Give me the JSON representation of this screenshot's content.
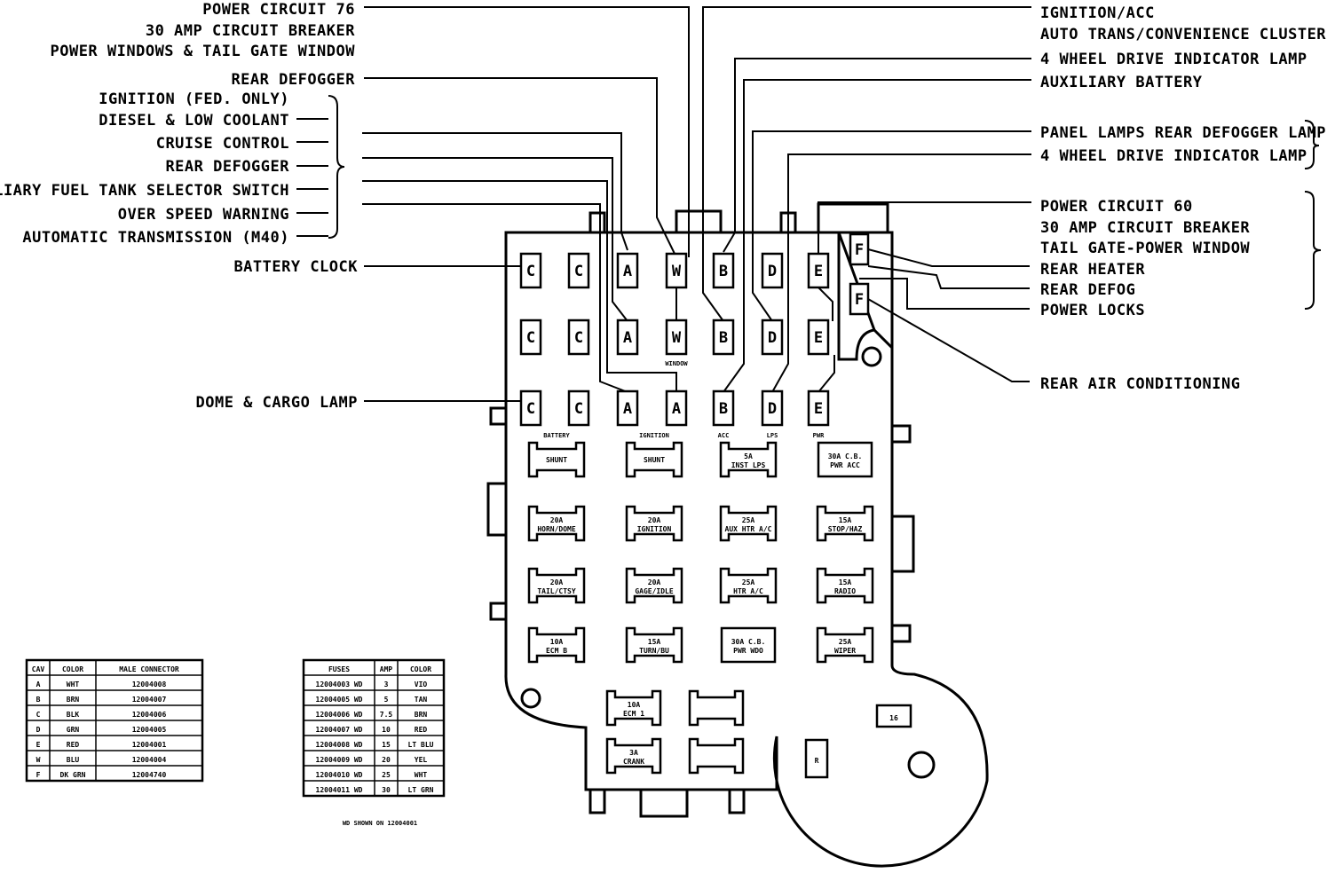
{
  "left_labels": {
    "power_circuit_76": [
      "POWER CIRCUIT 76",
      "30 AMP CIRCUIT BREAKER",
      "POWER WINDOWS & TAIL GATE WINDOW"
    ],
    "rear_defogger": "REAR DEFOGGER",
    "group": [
      "IGNITION (FED. ONLY)",
      "DIESEL & LOW COOLANT",
      "CRUISE CONTROL",
      "REAR DEFOGGER",
      "AUXILIARY FUEL TANK SELECTOR SWITCH",
      "OVER SPEED WARNING",
      "AUTOMATIC TRANSMISSION (M40)"
    ],
    "battery_clock": "BATTERY CLOCK",
    "dome_cargo": "DOME & CARGO LAMP"
  },
  "right_labels": {
    "ignition_acc": [
      "IGNITION/ACC",
      "AUTO TRANS/CONVENIENCE CLUSTER"
    ],
    "four_wd_1": "4 WHEEL DRIVE INDICATOR LAMP",
    "aux_battery": "AUXILIARY BATTERY",
    "panel_group": [
      "PANEL LAMPS REAR DEFOGGER LAMP",
      "4 WHEEL DRIVE INDICATOR LAMP"
    ],
    "power_circuit_60": [
      "POWER CIRCUIT 60",
      "30 AMP CIRCUIT BREAKER",
      "TAIL GATE-POWER WINDOW"
    ],
    "rear_heater": "REAR HEATER",
    "rear_defog": "REAR DEFOG",
    "power_locks": "POWER LOCKS",
    "rear_ac": "REAR AIR CONDITIONING"
  },
  "connector_rows": [
    [
      "C",
      "C",
      "A",
      "W",
      "B",
      "D",
      "E",
      "F"
    ],
    [
      "C",
      "C",
      "A",
      "W",
      "B",
      "D",
      "E",
      "F"
    ],
    [
      "C",
      "C",
      "A",
      "A",
      "B",
      "D",
      "E"
    ]
  ],
  "column_captions": [
    "BATTERY",
    "IGNITION",
    "ACC",
    "LPS",
    "PWR"
  ],
  "window_caption": "WINDOW",
  "fuses": [
    [
      [
        "SHUNT",
        ""
      ],
      [
        "SHUNT",
        ""
      ],
      [
        "5A",
        "INST LPS"
      ],
      [
        "30A C.B.",
        "PWR ACC"
      ]
    ],
    [
      [
        "20A",
        "HORN/DOME"
      ],
      [
        "20A",
        "IGNITION"
      ],
      [
        "25A",
        "AUX HTR A/C"
      ],
      [
        "15A",
        "STOP/HAZ"
      ]
    ],
    [
      [
        "20A",
        "TAIL/CTSY"
      ],
      [
        "20A",
        "GAGE/IDLE"
      ],
      [
        "25A",
        "HTR A/C"
      ],
      [
        "15A",
        "RADIO"
      ]
    ],
    [
      [
        "10A",
        "ECM B"
      ],
      [
        "15A",
        "TURN/BU"
      ],
      [
        "30A C.B.",
        "PWR WDO"
      ],
      [
        "25A",
        "WIPER"
      ]
    ]
  ],
  "lower_fuses": [
    [
      "10A",
      "ECM 1"
    ],
    [
      "3A",
      "CRANK"
    ]
  ],
  "relay_labels": {
    "top": "16",
    "left": "R"
  },
  "cav_table": {
    "headers": [
      "CAV",
      "COLOR",
      "MALE CONNECTOR"
    ],
    "rows": [
      [
        "A",
        "WHT",
        "12004008"
      ],
      [
        "B",
        "BRN",
        "12004007"
      ],
      [
        "C",
        "BLK",
        "12004006"
      ],
      [
        "D",
        "GRN",
        "12004005"
      ],
      [
        "E",
        "RED",
        "12004001"
      ],
      [
        "W",
        "BLU",
        "12004004"
      ],
      [
        "F",
        "DK GRN",
        "12004740"
      ]
    ]
  },
  "fuse_table": {
    "headers": [
      "FUSES",
      "AMP",
      "COLOR"
    ],
    "rows": [
      [
        "12004003 WD",
        "3",
        "VIO"
      ],
      [
        "12004005 WD",
        "5",
        "TAN"
      ],
      [
        "12004006 WD",
        "7.5",
        "BRN"
      ],
      [
        "12004007 WD",
        "10",
        "RED"
      ],
      [
        "12004008 WD",
        "15",
        "LT BLU"
      ],
      [
        "12004009 WD",
        "20",
        "YEL"
      ],
      [
        "12004010 WD",
        "25",
        "WHT"
      ],
      [
        "12004011 WD",
        "30",
        "LT GRN"
      ]
    ],
    "footnote": "WD SHOWN ON 12004001"
  }
}
